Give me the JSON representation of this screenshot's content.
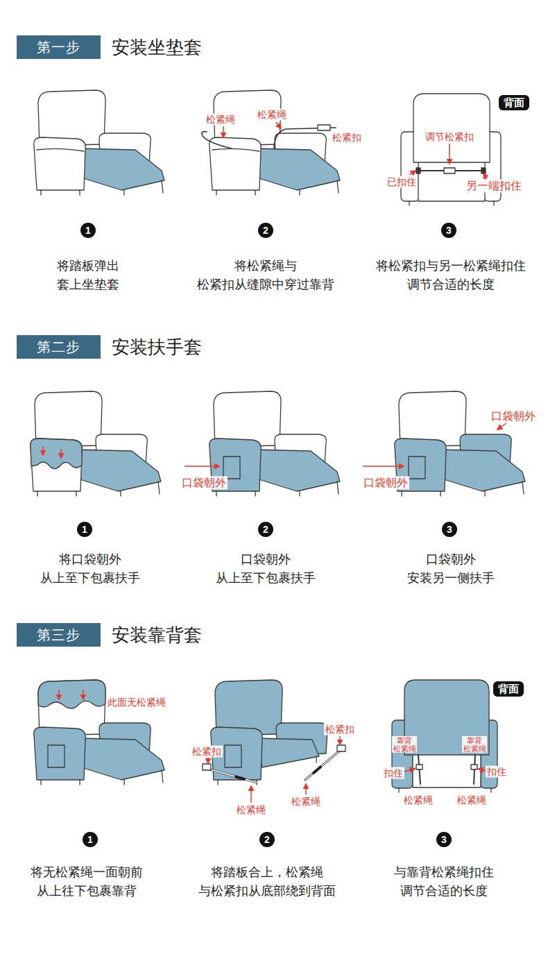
{
  "diagram": {
    "nodes": [
      {
        "text": [
          "第一步",
          "安装坐垫套"
        ]
      },
      {
        "text": [
          "背面"
        ]
      },
      {
        "text": [
          "1"
        ]
      },
      {
        "text": [
          "2"
        ]
      },
      {
        "text": [
          "3"
        ]
      },
      {
        "text": [
          "第二步",
          "安装扶手套"
        ]
      },
      {
        "text": [
          "1"
        ]
      },
      {
        "text": [
          "2"
        ]
      },
      {
        "text": [
          "3"
        ]
      },
      {
        "text": [
          "第三步",
          "安装靠背套"
        ]
      },
      {
        "text": [
          "背面"
        ]
      },
      {
        "text": [
          "1"
        ]
      },
      {
        "text": [
          "2"
        ]
      },
      {
        "text": [
          "3"
        ]
      }
    ],
    "labels": [
      "松紧绳",
      "松紧绳",
      "松紧扣",
      "调节松紧扣",
      "已扣住",
      "另一端扣住",
      "将踏板弹出 套上坐垫套",
      "将松紧绳与 松紧扣从缝隙中穿过靠背",
      "将松紧扣与另一松紧绳扣住 调节合适的长度",
      "口袋朝外",
      "口袋朝外",
      "口袋朝外",
      "将口袋朝外 从上至下包裹扶手",
      "口袋朝外 从上至下包裹扶手",
      "口袋朝外 安装另一侧扶手",
      "此面无松紧绳",
      "松紧扣",
      "松紧扣",
      "靠背 松紧绳",
      "靠背 松紧绳",
      "扣住",
      "扣住",
      "松紧绳",
      "松紧绳",
      "松紧绳",
      "松紧绳",
      "将无松紧绳一面朝前 从上往下包裹靠背",
      "将踏板合上，松紧绳 与松紧扣从底部绕到背面",
      "与靠背松紧绳扣住 调节合适的长度"
    ]
  }
}
